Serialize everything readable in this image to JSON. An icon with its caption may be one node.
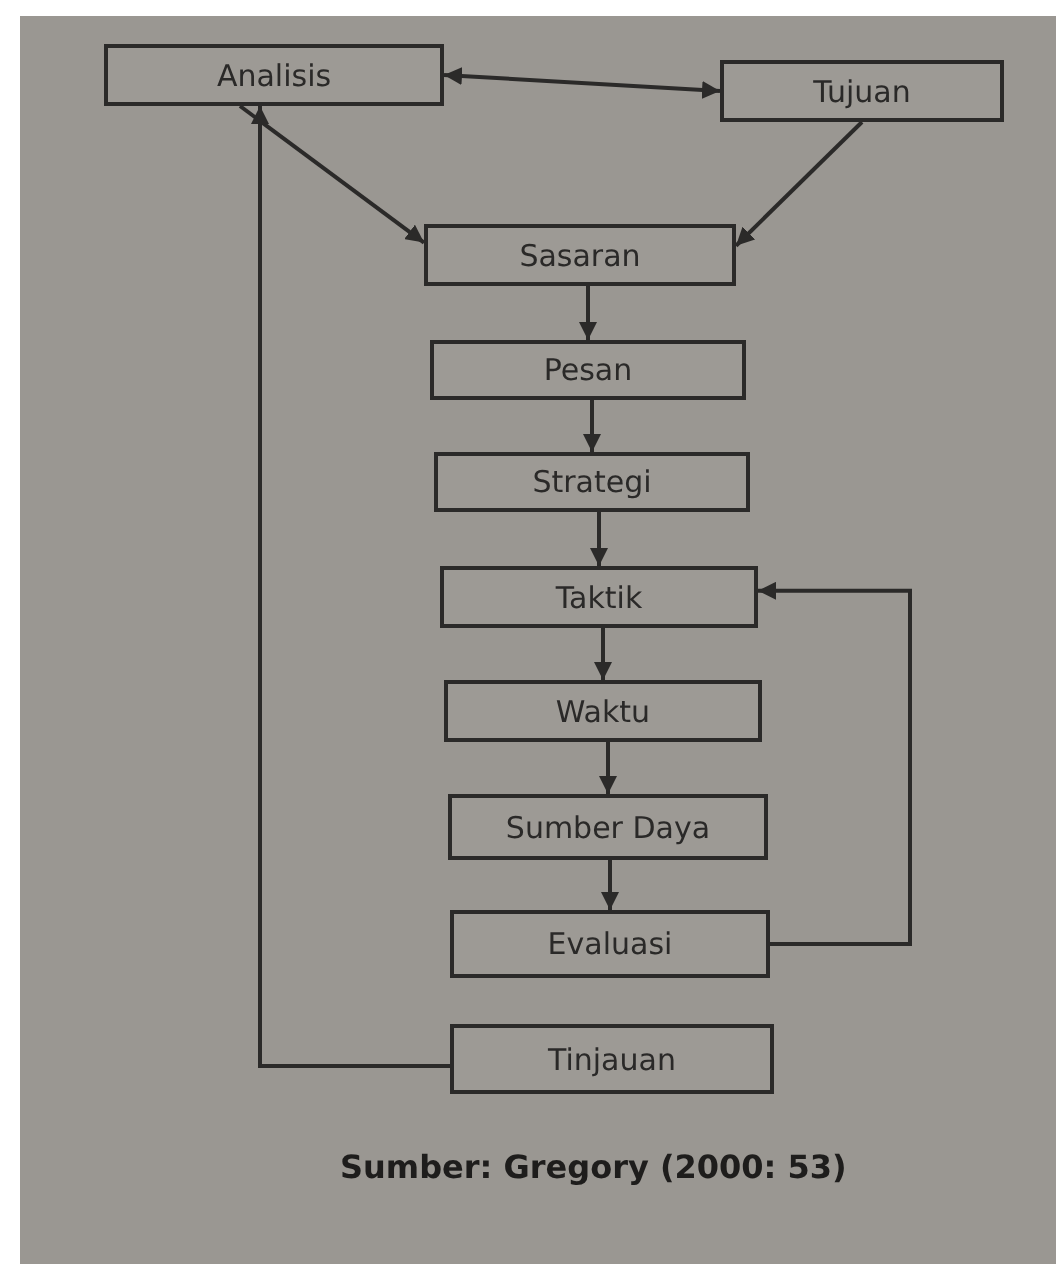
{
  "diagram": {
    "caption": "Sumber: Gregory (2000: 53)",
    "nodes": [
      {
        "text": [
          "Analisis"
        ]
      },
      {
        "text": [
          "Tujuan"
        ]
      },
      {
        "text": [
          "Sasaran"
        ]
      },
      {
        "text": [
          "Pesan"
        ]
      },
      {
        "text": [
          "Strategi"
        ]
      },
      {
        "text": [
          "Taktik"
        ]
      },
      {
        "text": [
          "Waktu"
        ]
      },
      {
        "text": [
          "Sumber Daya"
        ]
      },
      {
        "text": [
          "Evaluasi"
        ]
      },
      {
        "text": [
          "Tinjauan"
        ]
      }
    ],
    "edges": [
      {
        "from": 0,
        "to": 1,
        "arrow": "both"
      },
      {
        "from": 0,
        "to": 2,
        "arrow": "to"
      },
      {
        "from": 1,
        "to": 2,
        "arrow": "to"
      },
      {
        "from": 2,
        "to": 3,
        "arrow": "to"
      },
      {
        "from": 3,
        "to": 4,
        "arrow": "to"
      },
      {
        "from": 4,
        "to": 5,
        "arrow": "to"
      },
      {
        "from": 5,
        "to": 6,
        "arrow": "to"
      },
      {
        "from": 6,
        "to": 7,
        "arrow": "to"
      },
      {
        "from": 7,
        "to": 8,
        "arrow": "to"
      },
      {
        "from": 8,
        "to": 5,
        "arrow": "to"
      },
      {
        "from": 9,
        "to": 0,
        "arrow": "to"
      }
    ]
  }
}
